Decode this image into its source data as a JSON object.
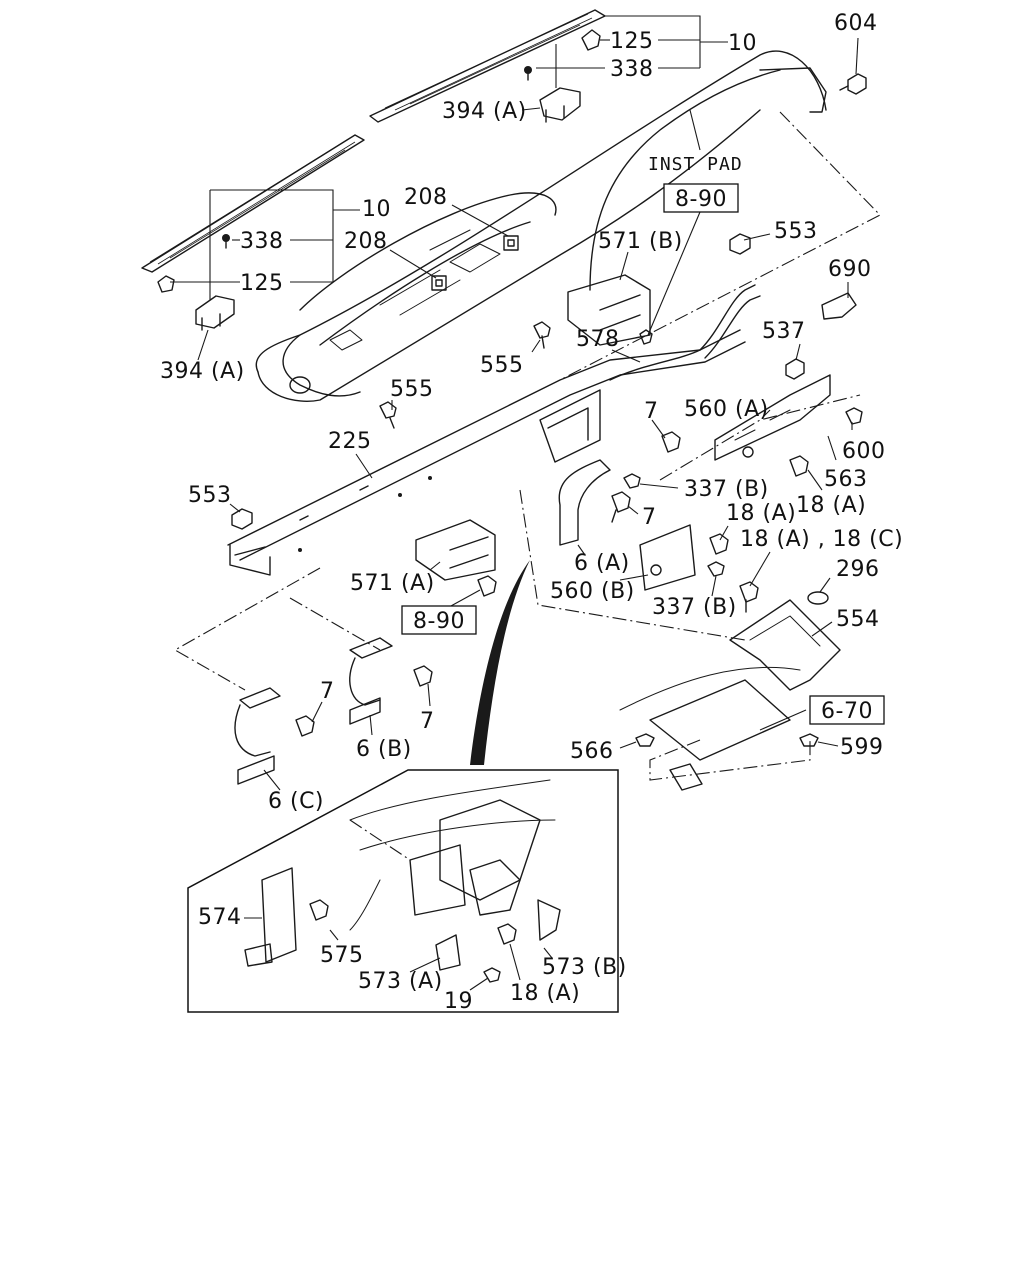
{
  "diagram": {
    "callouts": {
      "c604": "604",
      "c125_top": "125",
      "c10_top": "10",
      "c338_top": "338",
      "c394a_top": "394 (A)",
      "c_inst_pad": "INST PAD",
      "c10_left": "10",
      "c338_left": "338",
      "c125_left": "125",
      "c394a_left": "394 (A)",
      "c208_a": "208",
      "c208_b": "208",
      "c571b": "571 (B)",
      "c553_right": "553",
      "c690": "690",
      "c537": "537",
      "c578": "578",
      "c555_a": "555",
      "c555_b": "555",
      "c560a": "560 (A)",
      "c600": "600",
      "c563": "563",
      "c18a_1": "18 (A)",
      "c7_a": "7",
      "c337b_a": "337 (B)",
      "c225": "225",
      "c553_left": "553",
      "c7_b": "7",
      "c18a_2": "18 (A)",
      "c18ac": "18 (A) , 18 (C)",
      "c6a": "6 (A)",
      "c296": "296",
      "c571a": "571 (A)",
      "c560b": "560 (B)",
      "c337b_b": "337 (B)",
      "c554": "554",
      "c7_c": "7",
      "c7_d": "7",
      "c6b": "6 (B)",
      "c6c": "6 (C)",
      "c566": "566",
      "c599": "599",
      "c574": "574",
      "c575": "575",
      "c573a": "573 (A)",
      "c19": "19",
      "c18a_3": "18 (A)",
      "c573b": "573 (B)"
    },
    "refs": {
      "r890_top": "8-90",
      "r890_mid": "8-90",
      "r670": "6-70"
    }
  }
}
